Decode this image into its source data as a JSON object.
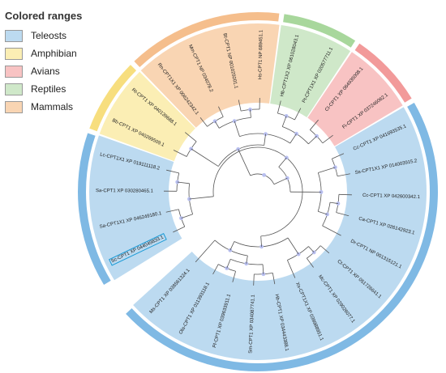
{
  "legend": {
    "title": "Colored ranges",
    "items": [
      {
        "label": "Teleosts",
        "color": "#bcdaf0",
        "ring": "#7fb9e4",
        "icon": "teleost-swatch-icon"
      },
      {
        "label": "Amphibian",
        "color": "#fbeeb4",
        "ring": "#f7de7e",
        "icon": "amphibian-swatch-icon"
      },
      {
        "label": "Avians",
        "color": "#f8c3c3",
        "ring": "#f29a9a",
        "icon": "avian-swatch-icon"
      },
      {
        "label": "Reptiles",
        "color": "#cfe8c9",
        "ring": "#a8d79c",
        "icon": "reptile-swatch-icon"
      },
      {
        "label": "Mammals",
        "color": "#f9d5b3",
        "ring": "#f5be8c",
        "icon": "mammal-swatch-icon"
      }
    ]
  },
  "highlight_color": "#1a9ad6",
  "tree": {
    "leaves": [
      {
        "label": "Sc-CPT1 XP 044049833.1",
        "group": 0,
        "highlight": true
      },
      {
        "label": "Sa-CPT1X1 XP 046249180.1",
        "group": 0
      },
      {
        "label": "Sa-CPT1 XP 030280465.1",
        "group": 0
      },
      {
        "label": "Lc-CPT1X1 XP 019111118.2",
        "group": 0
      },
      {
        "label": "Bb-CPT1 XP 040269509.1",
        "group": 1
      },
      {
        "label": "Rt-CPT1 XP 040139688.1",
        "group": 1
      },
      {
        "label": "Rn-CPT1X1 XP 006242342.1",
        "group": 4
      },
      {
        "label": "Mm-CPT1 NP 034078.2",
        "group": 4
      },
      {
        "label": "Bt-CPT1 NP 001029201.1",
        "group": 4
      },
      {
        "label": "Hs-CPT1 NP 689451.1",
        "group": 4
      },
      {
        "label": "Hb-CPT1X2 XP 061028043.1",
        "group": 3
      },
      {
        "label": "Pt-CPT1X1 XP 020577711.1",
        "group": 3
      },
      {
        "label": "Cl-CPT1 XP 064935008.1",
        "group": 2
      },
      {
        "label": "Fi-CPT1 XP 037246062.1",
        "group": 2
      },
      {
        "label": "Cc-CPT1 XP 041693535.1",
        "group": 0
      },
      {
        "label": "Ss-CPT1X1 XP 014003915.2",
        "group": 0
      },
      {
        "label": "Cc-CPT1 XP 042600342.1",
        "group": 0
      },
      {
        "label": "Ca-CPT1 XP 026142923.1",
        "group": 0
      },
      {
        "label": "Dr-CPT1 NP 001315121.1",
        "group": 0
      },
      {
        "label": "Ct-CPT1 XP 051726641.1",
        "group": 0
      },
      {
        "label": "Mc-CPT1 XP 029026077.1",
        "group": 0
      },
      {
        "label": "Xs-CPT1X1 XP 039988951.1",
        "group": 0
      },
      {
        "label": "Hb-CPT1 XP 034443388.1",
        "group": 0
      },
      {
        "label": "Sm-CPT1 XP 034087741.1",
        "group": 0
      },
      {
        "label": "Pl-CPT1 XP 039633911.1",
        "group": 0
      },
      {
        "label": "Ola-CPT1 XP 011393118.1",
        "group": 0
      },
      {
        "label": "Ms-CPT1 XP 038561324.1",
        "group": 0
      }
    ]
  }
}
